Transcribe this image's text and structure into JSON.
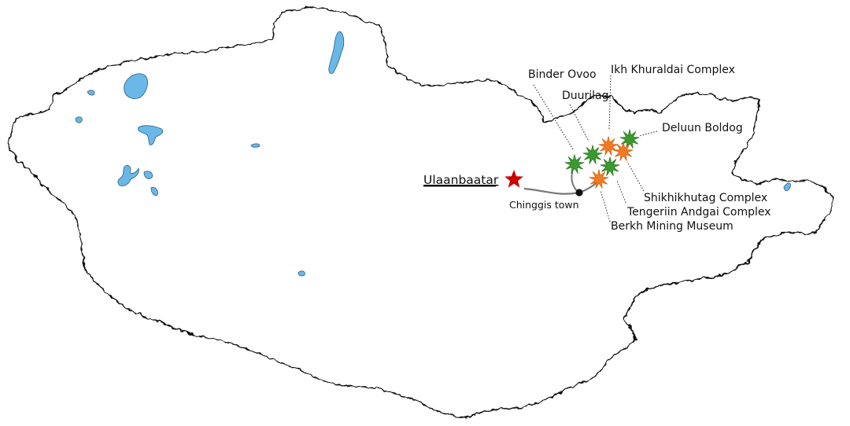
{
  "map": {
    "capital": {
      "label": "Ulaanbaatar",
      "marker": "star-icon",
      "color": "#cc0000"
    },
    "town": {
      "label": "Chinggis town",
      "marker": "dot-icon",
      "color": "#111111"
    },
    "sites": [
      {
        "label": "Binder Ovoo",
        "type": "green",
        "icon": "burst-icon"
      },
      {
        "label": "Duurilag",
        "type": "green",
        "icon": "burst-icon"
      },
      {
        "label": "Ikh Khuraldai Complex",
        "type": "orange",
        "icon": "burst-icon"
      },
      {
        "label": "Deluun Boldog",
        "type": "green",
        "icon": "burst-icon"
      },
      {
        "label": "Shikhikhutag Complex",
        "type": "orange",
        "icon": "burst-icon"
      },
      {
        "label": "Tengeriin Andgai Complex",
        "type": "green",
        "icon": "burst-icon"
      },
      {
        "label": "Berkh Mining Museum",
        "type": "orange",
        "icon": "burst-icon"
      }
    ],
    "colors": {
      "border": "#111111",
      "lake_fill": "#6ab8e8",
      "lake_stroke": "#2a5d85",
      "green_site": "#3a9a2e",
      "orange_site": "#f27a21",
      "road": "#777777"
    }
  }
}
